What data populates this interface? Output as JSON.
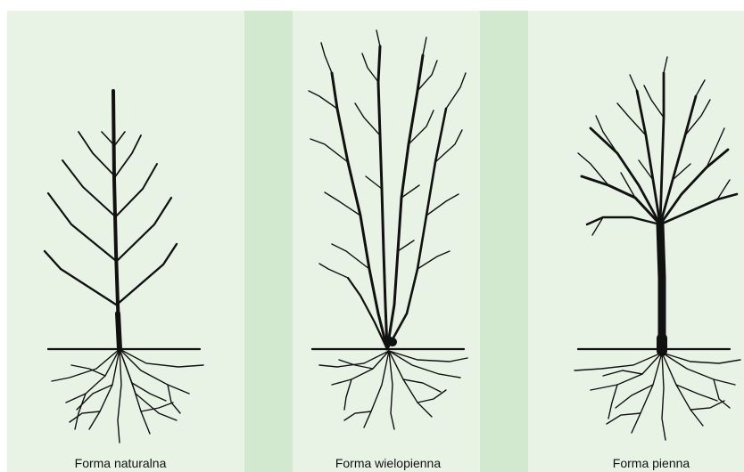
{
  "figure": {
    "forms": [
      {
        "key": "natural",
        "label": "Forma naturalna"
      },
      {
        "key": "multi_stem",
        "label": "Forma wielopienna"
      },
      {
        "key": "standard",
        "label": "Forma pienna"
      }
    ]
  },
  "colors": {
    "panel": "#e8f3e6",
    "separator_strip": "#d3e9cf",
    "ink": "#111111"
  }
}
